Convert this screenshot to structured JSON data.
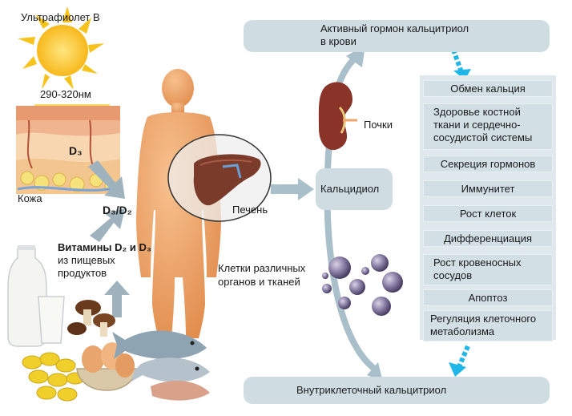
{
  "labels": {
    "uvb": "Ультрафиолет В",
    "wavelength": "290-320нм",
    "skin_d3": "D₃",
    "skin": "Кожа",
    "d3_d2": "D₃/D₂",
    "vitamins_line1": "Витамины D₂ и D₃",
    "vitamins_line2": "из пищевых",
    "vitamins_line3": "продуктов",
    "liver": "Печень",
    "kidneys": "Почки",
    "calcidiol": "Кальцидиол",
    "cells_line1": "Клетки различных",
    "cells_line2": "органов и тканей"
  },
  "top_box": {
    "line1": "Активный гормон кальцитриол",
    "line2": "в крови"
  },
  "bottom_box": {
    "text": "Внутриклеточный кальцитриол"
  },
  "effects": [
    {
      "lines": [
        "Обмен кальция"
      ]
    },
    {
      "lines": [
        "Здоровье костной",
        "ткани и сердечно-",
        "сосудистой системы"
      ]
    },
    {
      "lines": [
        "Секреция гормонов"
      ]
    },
    {
      "lines": [
        "Иммунитет"
      ]
    },
    {
      "lines": [
        "Рост клеток"
      ]
    },
    {
      "lines": [
        "Дифференциация"
      ]
    },
    {
      "lines": [
        "Рост кровеносных",
        "сосудов"
      ]
    },
    {
      "lines": [
        "Апоптоз"
      ]
    },
    {
      "lines": [
        "Регуляция клеточного",
        "метаболизма"
      ]
    }
  ],
  "colors": {
    "box": "#cfdde3",
    "arrow_gray": "#a9bfca",
    "arrow_cyan": "#1fb6e8",
    "body": "#f2a56a",
    "sun": "#f7c31b",
    "liver": "#7a3b2a",
    "cells": "#8b7fa3"
  },
  "icons": [
    "sun-icon",
    "skin-icon",
    "human-body-icon",
    "liver-icon",
    "kidney-icon",
    "cell-icon",
    "milk-icon",
    "mushroom-icon",
    "egg-icon",
    "fish-icon"
  ]
}
